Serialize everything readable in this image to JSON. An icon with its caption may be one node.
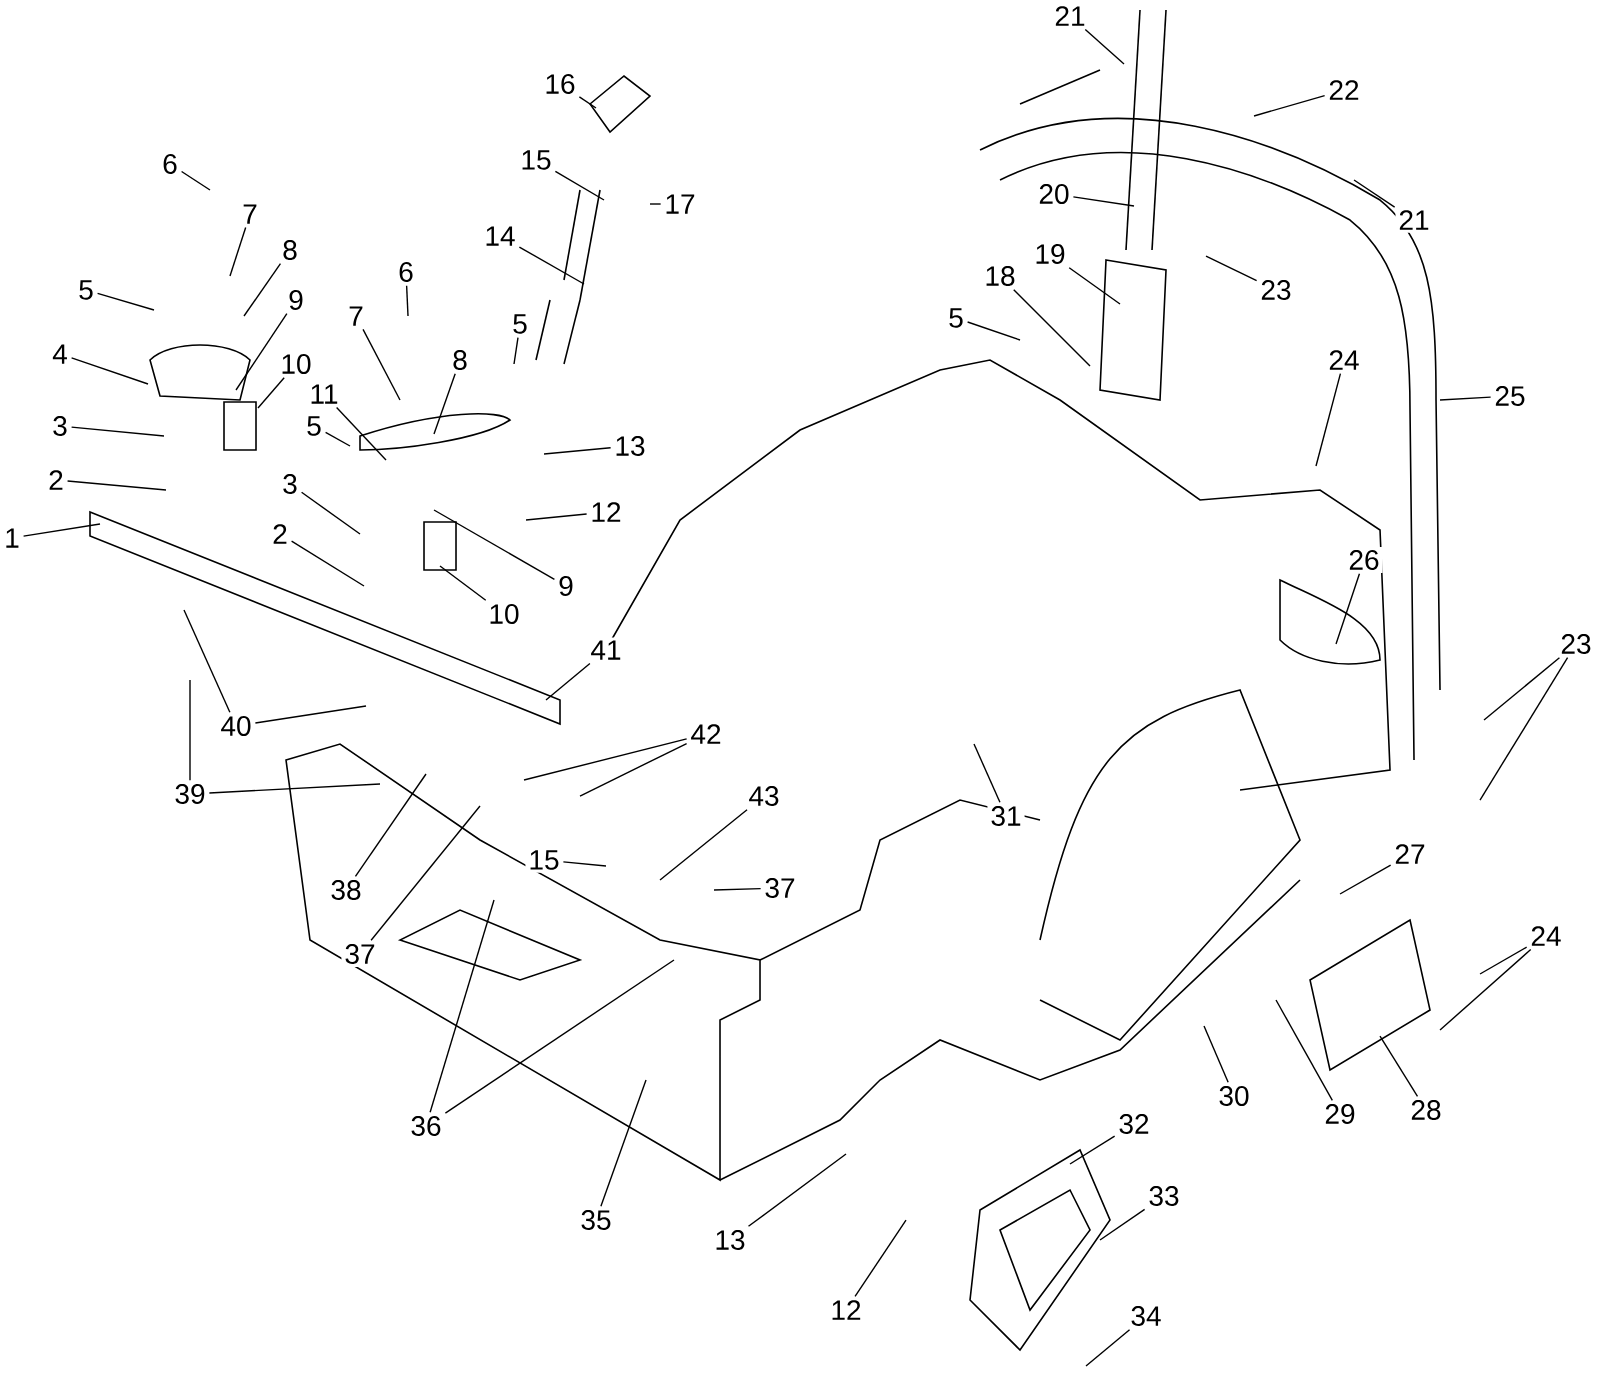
{
  "diagram": {
    "nodes": [
      {
        "text": [
          "21"
        ]
      },
      {
        "text": [
          "16"
        ]
      },
      {
        "text": [
          "22"
        ]
      },
      {
        "text": [
          "15"
        ]
      },
      {
        "text": [
          "6"
        ]
      },
      {
        "text": [
          "20"
        ]
      },
      {
        "text": [
          "17"
        ]
      },
      {
        "text": [
          "7"
        ]
      },
      {
        "text": [
          "21"
        ]
      },
      {
        "text": [
          "14"
        ]
      },
      {
        "text": [
          "8"
        ]
      },
      {
        "text": [
          "19"
        ]
      },
      {
        "text": [
          "6"
        ]
      },
      {
        "text": [
          "18"
        ]
      },
      {
        "text": [
          "5"
        ]
      },
      {
        "text": [
          "23"
        ]
      },
      {
        "text": [
          "9"
        ]
      },
      {
        "text": [
          "7"
        ]
      },
      {
        "text": [
          "5"
        ]
      },
      {
        "text": [
          "5"
        ]
      },
      {
        "text": [
          "4"
        ]
      },
      {
        "text": [
          "10"
        ]
      },
      {
        "text": [
          "8"
        ]
      },
      {
        "text": [
          "24"
        ]
      },
      {
        "text": [
          "11"
        ]
      },
      {
        "text": [
          "25"
        ]
      },
      {
        "text": [
          "5"
        ]
      },
      {
        "text": [
          "3"
        ]
      },
      {
        "text": [
          "13"
        ]
      },
      {
        "text": [
          "2"
        ]
      },
      {
        "text": [
          "3"
        ]
      },
      {
        "text": [
          "12"
        ]
      },
      {
        "text": [
          "2"
        ]
      },
      {
        "text": [
          "1"
        ]
      },
      {
        "text": [
          "26"
        ]
      },
      {
        "text": [
          "9"
        ]
      },
      {
        "text": [
          "10"
        ]
      },
      {
        "text": [
          "23"
        ]
      },
      {
        "text": [
          "41"
        ]
      },
      {
        "text": [
          "40"
        ]
      },
      {
        "text": [
          "42"
        ]
      },
      {
        "text": [
          "39"
        ]
      },
      {
        "text": [
          "43"
        ]
      },
      {
        "text": [
          "31"
        ]
      },
      {
        "text": [
          "27"
        ]
      },
      {
        "text": [
          "15"
        ]
      },
      {
        "text": [
          "37"
        ]
      },
      {
        "text": [
          "38"
        ]
      },
      {
        "text": [
          "24"
        ]
      },
      {
        "text": [
          "37"
        ]
      },
      {
        "text": [
          "30"
        ]
      },
      {
        "text": [
          "28"
        ]
      },
      {
        "text": [
          "29"
        ]
      },
      {
        "text": [
          "36"
        ]
      },
      {
        "text": [
          "32"
        ]
      },
      {
        "text": [
          "33"
        ]
      },
      {
        "text": [
          "35"
        ]
      },
      {
        "text": [
          "13"
        ]
      },
      {
        "text": [
          "12"
        ]
      },
      {
        "text": [
          "34"
        ]
      }
    ],
    "edges": [
      {
        "from": 0,
        "to": null,
        "arrow": "none"
      },
      {
        "from": 1,
        "to": null,
        "arrow": "none"
      },
      {
        "from": 2,
        "to": null,
        "arrow": "none"
      },
      {
        "from": 3,
        "to": null,
        "arrow": "none"
      },
      {
        "from": 4,
        "to": null,
        "arrow": "none"
      },
      {
        "from": 5,
        "to": null,
        "arrow": "none"
      },
      {
        "from": 6,
        "to": null,
        "arrow": "none"
      },
      {
        "from": 7,
        "to": null,
        "arrow": "none"
      },
      {
        "from": 8,
        "to": null,
        "arrow": "none"
      },
      {
        "from": 9,
        "to": null,
        "arrow": "none"
      },
      {
        "from": 10,
        "to": null,
        "arrow": "none"
      },
      {
        "from": 11,
        "to": null,
        "arrow": "none"
      },
      {
        "from": 12,
        "to": null,
        "arrow": "none"
      },
      {
        "from": 13,
        "to": null,
        "arrow": "none"
      },
      {
        "from": 14,
        "to": null,
        "arrow": "none"
      },
      {
        "from": 15,
        "to": null,
        "arrow": "none"
      },
      {
        "from": 16,
        "to": null,
        "arrow": "none"
      },
      {
        "from": 17,
        "to": null,
        "arrow": "none"
      },
      {
        "from": 18,
        "to": null,
        "arrow": "none"
      },
      {
        "from": 19,
        "to": null,
        "arrow": "none"
      },
      {
        "from": 20,
        "to": null,
        "arrow": "none"
      },
      {
        "from": 21,
        "to": null,
        "arrow": "none"
      },
      {
        "from": 22,
        "to": null,
        "arrow": "none"
      },
      {
        "from": 23,
        "to": null,
        "arrow": "none"
      },
      {
        "from": 24,
        "to": null,
        "arrow": "none"
      },
      {
        "from": 25,
        "to": null,
        "arrow": "none"
      },
      {
        "from": 26,
        "to": null,
        "arrow": "none"
      },
      {
        "from": 27,
        "to": null,
        "arrow": "none"
      },
      {
        "from": 28,
        "to": null,
        "arrow": "none"
      },
      {
        "from": 29,
        "to": null,
        "arrow": "none"
      },
      {
        "from": 30,
        "to": null,
        "arrow": "none"
      },
      {
        "from": 31,
        "to": null,
        "arrow": "none"
      },
      {
        "from": 32,
        "to": null,
        "arrow": "none"
      },
      {
        "from": 33,
        "to": null,
        "arrow": "none"
      },
      {
        "from": 34,
        "to": null,
        "arrow": "none"
      },
      {
        "from": 35,
        "to": null,
        "arrow": "none"
      },
      {
        "from": 36,
        "to": null,
        "arrow": "none"
      },
      {
        "from": 37,
        "to": null,
        "arrow": "none"
      },
      {
        "from": 37,
        "to": null,
        "arrow": "none"
      },
      {
        "from": 38,
        "to": null,
        "arrow": "none"
      },
      {
        "from": 39,
        "to": null,
        "arrow": "none"
      },
      {
        "from": 39,
        "to": null,
        "arrow": "none"
      },
      {
        "from": 40,
        "to": null,
        "arrow": "none"
      },
      {
        "from": 40,
        "to": null,
        "arrow": "none"
      },
      {
        "from": 41,
        "to": null,
        "arrow": "none"
      },
      {
        "from": 41,
        "to": null,
        "arrow": "none"
      },
      {
        "from": 42,
        "to": null,
        "arrow": "none"
      },
      {
        "from": 43,
        "to": null,
        "arrow": "none"
      },
      {
        "from": 44,
        "to": null,
        "arrow": "none"
      },
      {
        "from": 45,
        "to": null,
        "arrow": "none"
      },
      {
        "from": 46,
        "to": null,
        "arrow": "none"
      },
      {
        "from": 47,
        "to": null,
        "arrow": "none"
      },
      {
        "from": 48,
        "to": null,
        "arrow": "none"
      },
      {
        "from": 48,
        "to": null,
        "arrow": "none"
      },
      {
        "from": 49,
        "to": null,
        "arrow": "none"
      },
      {
        "from": 50,
        "to": null,
        "arrow": "none"
      },
      {
        "from": 51,
        "to": null,
        "arrow": "none"
      },
      {
        "from": 52,
        "to": null,
        "arrow": "none"
      },
      {
        "from": 53,
        "to": null,
        "arrow": "none"
      },
      {
        "from": 53,
        "to": null,
        "arrow": "none"
      },
      {
        "from": 54,
        "to": null,
        "arrow": "none"
      },
      {
        "from": 55,
        "to": null,
        "arrow": "none"
      },
      {
        "from": 56,
        "to": null,
        "arrow": "none"
      },
      {
        "from": 57,
        "to": null,
        "arrow": "none"
      },
      {
        "from": 58,
        "to": null,
        "arrow": "none"
      },
      {
        "from": 59,
        "to": null,
        "arrow": "none"
      }
    ]
  }
}
